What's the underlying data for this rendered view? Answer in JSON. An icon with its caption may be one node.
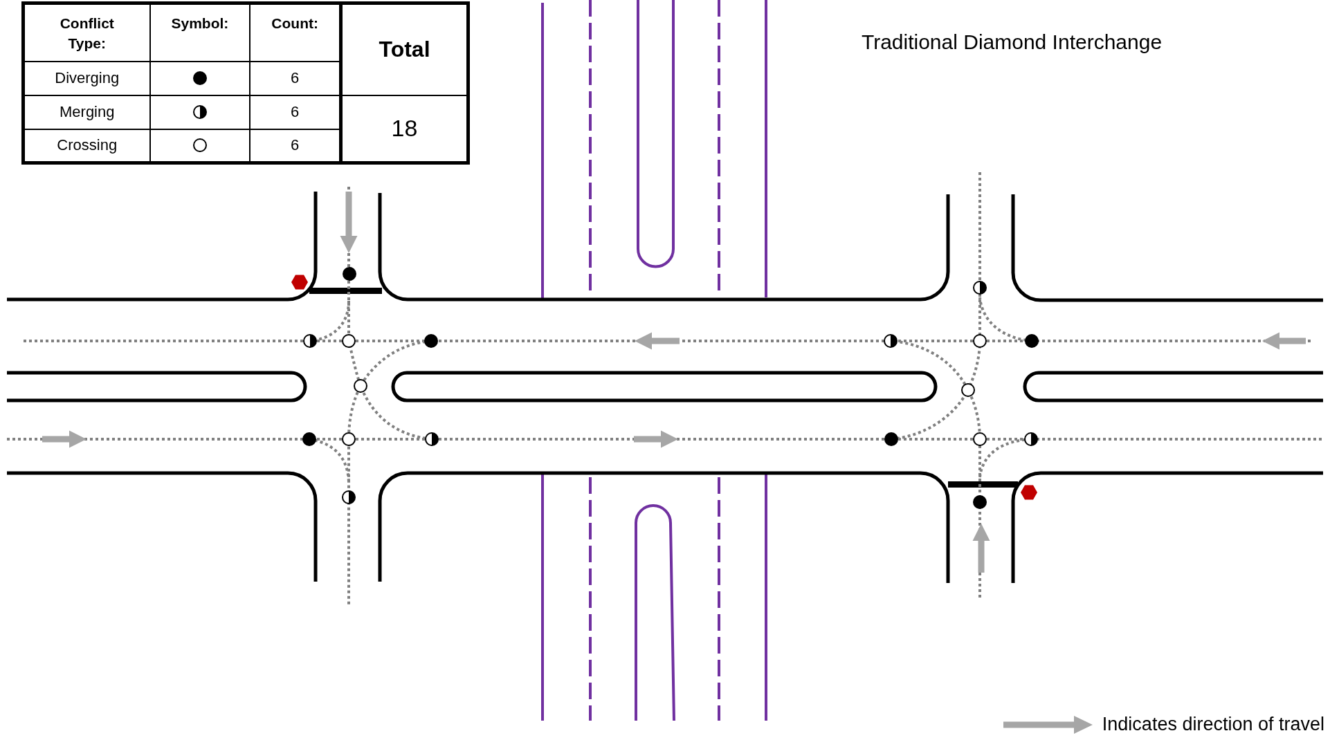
{
  "diagram": {
    "title": "Traditional Diamond Interchange",
    "labels": [
      "Conflict Type:",
      "Symbol:",
      "Count:",
      "Total",
      "Diverging",
      "6",
      "Merging",
      "6",
      "18",
      "Crossing",
      "6"
    ],
    "legend": [
      {
        "text": "Indicates direction of travel"
      }
    ]
  }
}
